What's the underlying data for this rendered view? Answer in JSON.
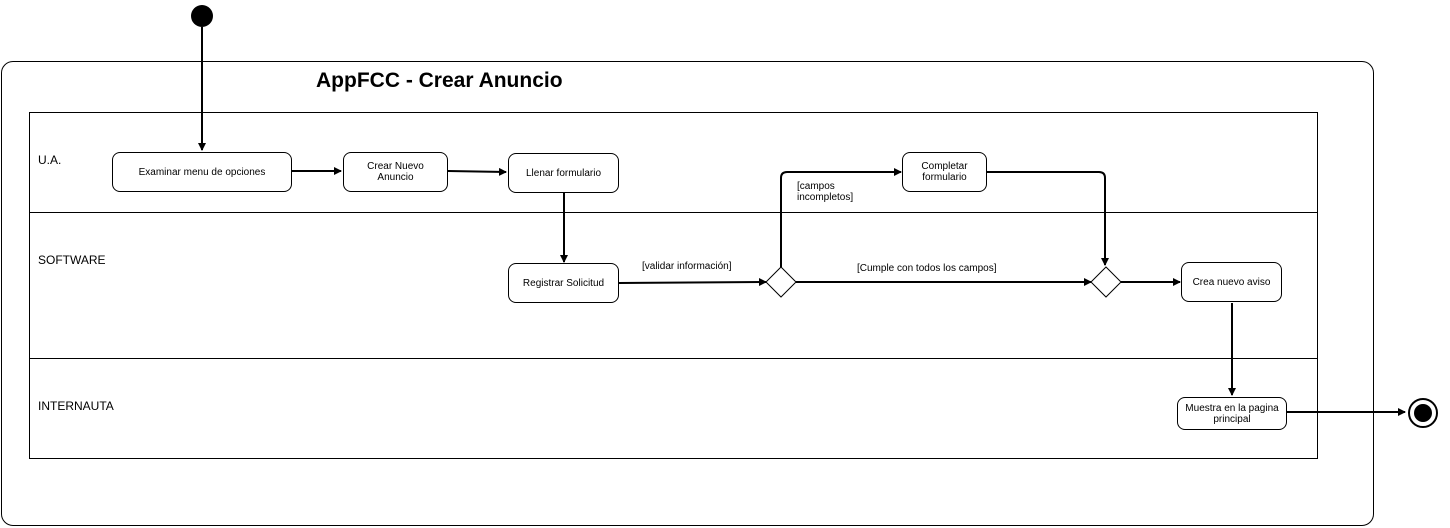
{
  "diagram": {
    "title": "AppFCC - Crear Anuncio",
    "lanes": [
      "U.A.",
      "SOFTWARE",
      "INTERNAUTA"
    ],
    "activities": {
      "examinar": "Examinar menu de opciones",
      "crear": "Crear Nuevo Anuncio",
      "llenar": "Llenar formulario",
      "completar": "Completar formulario",
      "registrar": "Registrar Solicitud",
      "aviso": "Crea nuevo aviso",
      "muestra": "Muestra en la pagina principal"
    },
    "guards": {
      "validar": "[validar información]",
      "incompletos": "[campos incompletos]",
      "cumple": "[Cumple con todos los campos]"
    }
  }
}
